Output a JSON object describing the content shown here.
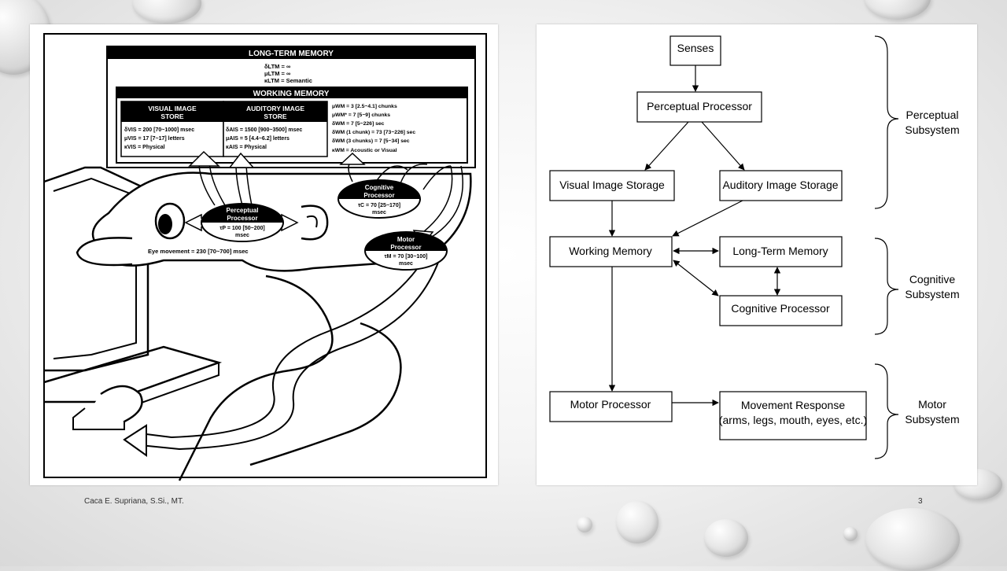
{
  "footer": {
    "author": "Caca E. Supriana, S.Si., MT.",
    "page_number": "3"
  },
  "left_figure": {
    "ltm_title": "LONG-TERM MEMORY",
    "ltm_params": [
      "δLTM = ∞",
      "μLTM = ∞",
      "κLTM = Semantic"
    ],
    "wm_title": "WORKING MEMORY",
    "vis_title": [
      "VISUAL IMAGE",
      "STORE"
    ],
    "vis_params": [
      "δVIS = 200 [70~1000] msec",
      "μVIS = 17 [7~17] letters",
      "κVIS = Physical"
    ],
    "ais_title": [
      "AUDITORY IMAGE",
      "STORE"
    ],
    "ais_params": [
      "δAIS = 1500 [900~3500] msec",
      "μAIS = 5 [4.4~6.2] letters",
      "κAIS = Physical"
    ],
    "wm_params": [
      "μWM = 3 [2.5~4.1] chunks",
      "μWM* = 7 [5~9] chunks",
      "δWM = 7 [5~226] sec",
      "δWM (1 chunk) = 73 [73~226] sec",
      "δWM (3 chunks) = 7 [5~34] sec",
      "κWM = Acoustic or Visual"
    ],
    "perceptual": [
      "Perceptual",
      "Processor",
      "τP = 100 [50~200]",
      "msec"
    ],
    "cognitive": [
      "Cognitive",
      "Processor",
      "τC = 70 [25~170]",
      "msec"
    ],
    "motor": [
      "Motor",
      "Processor",
      "τM = 70 [30~100]",
      "msec"
    ],
    "eye_movement": "Eye movement = 230 [70~700] msec"
  },
  "right_diagram": {
    "senses": "Senses",
    "perceptual_processor": "Perceptual Processor",
    "visual_storage": "Visual Image Storage",
    "auditory_storage": "Auditory Image Storage",
    "working_memory": "Working Memory",
    "long_term_memory": "Long-Term Memory",
    "cognitive_processor": "Cognitive Processor",
    "motor_processor": "Motor Processor",
    "movement_response": [
      "Movement Response",
      "(arms, legs, mouth, eyes, etc.)"
    ],
    "perceptual_subsystem": [
      "Perceptual",
      "Subsystem"
    ],
    "cognitive_subsystem": [
      "Cognitive",
      "Subsystem"
    ],
    "motor_subsystem": [
      "Motor",
      "Subsystem"
    ]
  }
}
